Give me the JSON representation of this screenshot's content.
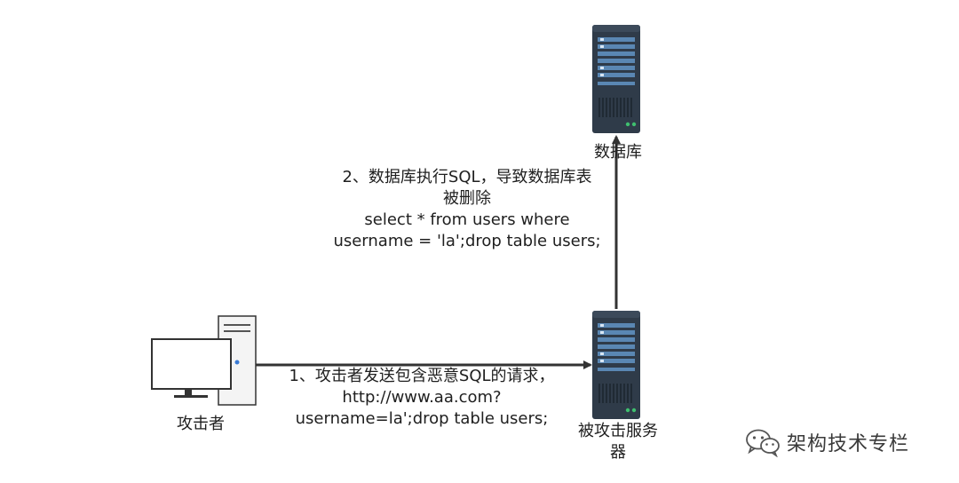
{
  "nodes": {
    "database": {
      "label": "数据库"
    },
    "server": {
      "label_lines": [
        "被攻击服务",
        "器"
      ]
    },
    "attacker": {
      "label": "攻击者"
    }
  },
  "edges": {
    "step1": {
      "lines": [
        "1、攻击者发送包含恶意SQL的请求，",
        "http://www.aa.com?",
        "username=la';drop table users;"
      ]
    },
    "step2": {
      "lines": [
        "2、数据库执行SQL，导致数据库表",
        "被删除",
        "select * from users where",
        "username = 'la';drop table users;"
      ]
    }
  },
  "watermark": {
    "text": "架构技术专栏",
    "icon": "wechat-icon"
  },
  "colors": {
    "server_dark": "#2f3b49",
    "server_panel": "#5a87b3",
    "server_led": "#3fbf6f",
    "arrow": "#333333",
    "pc_case": "#f4f4f4",
    "pc_stroke": "#333333"
  }
}
